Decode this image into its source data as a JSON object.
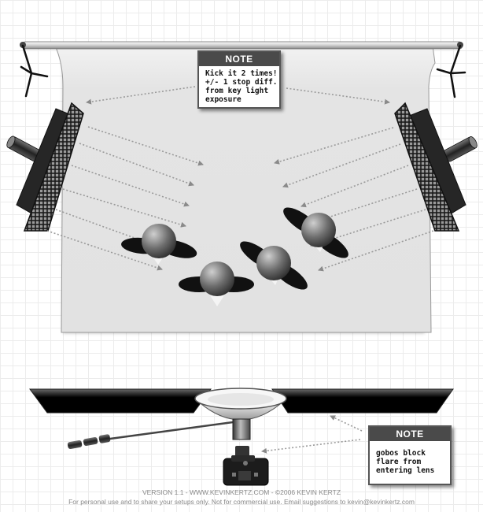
{
  "note_top": {
    "title": "NOTE",
    "lines": [
      "Kick it 2 times!",
      "+/- 1 stop diff.",
      "from key light",
      "exposure"
    ]
  },
  "note_bottom": {
    "title": "NOTE",
    "lines": [
      "gobos block",
      "flare from",
      "entering lens"
    ]
  },
  "footer": {
    "line1": "VERSION 1.1   -   WWW.KEVINKERTZ.COM   -   ©2006 KEVIN KERTZ",
    "line2": "For personal use and to share your setups only. Not for commercial use.  Email suggestions to kevin@kevinkertz.com"
  }
}
